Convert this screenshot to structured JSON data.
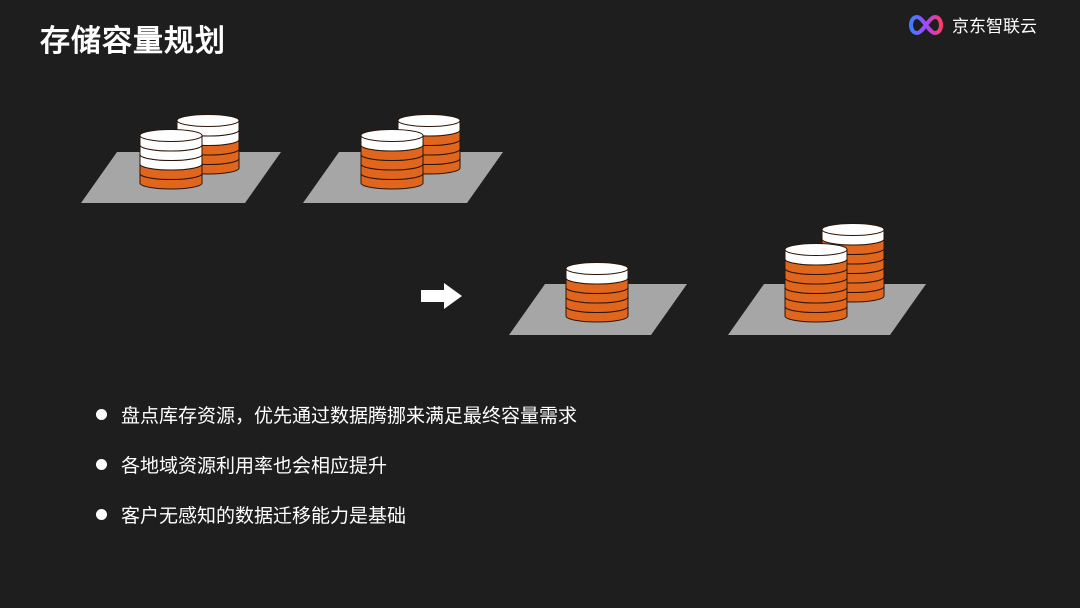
{
  "slide": {
    "title": "存储容量规划"
  },
  "logo": {
    "text": "京东智联云",
    "icon": "jd-cloud-infinity-logo"
  },
  "diagram": {
    "arrow_icon": "right-arrow-icon",
    "colors": {
      "background": "#1e1e1e",
      "platform": "#a6a6a6",
      "used_disk": "#e0661e",
      "free_disk": "#ffffff",
      "disk_edge": "#2a1408"
    },
    "before": [
      {
        "stacks": [
          {
            "used": 3,
            "free": 2
          },
          {
            "used": 2,
            "free": 3
          }
        ]
      },
      {
        "stacks": [
          {
            "used": 4,
            "free": 1
          },
          {
            "used": 4,
            "free": 1
          }
        ]
      }
    ],
    "after": [
      {
        "stacks": [
          {
            "used": 4,
            "free": 1
          }
        ]
      },
      {
        "stacks": [
          {
            "used": 6,
            "free": 1
          },
          {
            "used": 6,
            "free": 1
          }
        ]
      }
    ]
  },
  "bullets": [
    "盘点库存资源，优先通过数据腾挪来满足最终容量需求",
    "各地域资源利用率也会相应提升",
    "客户无感知的数据迁移能力是基础"
  ]
}
